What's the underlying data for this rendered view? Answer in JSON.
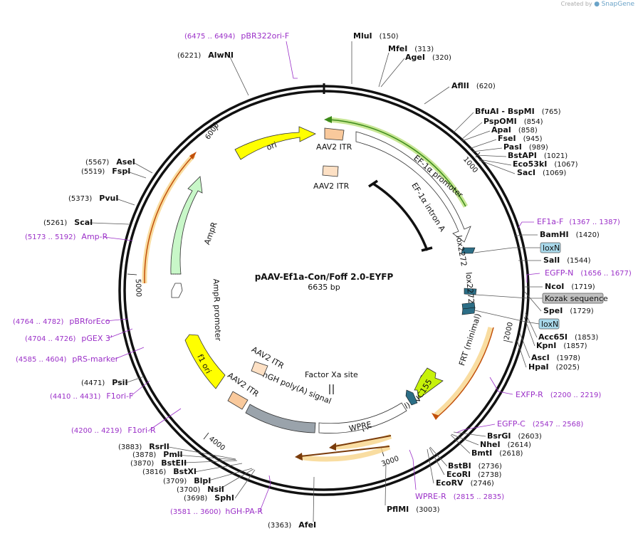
{
  "credit": {
    "prefix": "Created by",
    "brand": "SnapGene"
  },
  "plasmid": {
    "name": "pAAV-Ef1a-Con/Foff 2.0-EYFP",
    "size": "6635 bp"
  },
  "ticks": [
    "1000",
    "2000",
    "3000",
    "4000",
    "5000",
    "6000"
  ],
  "features": [
    {
      "label": "AAV2 ITR",
      "color": "#f9c99c"
    },
    {
      "label": "AAV2 ITR",
      "color": "#fde0c4"
    },
    {
      "label": "EF-1α promoter",
      "color": "#ffffff"
    },
    {
      "label": "EF-1α intron A",
      "color": "#111111"
    },
    {
      "label": "lox2272",
      "color": "#2c6e86"
    },
    {
      "label": "lox2272",
      "color": "#2c6e86"
    },
    {
      "label": "FRT (minimal)",
      "color": "#ffffff"
    },
    {
      "label": "FRT (minimal)",
      "color": "#ffffff"
    },
    {
      "label": "VC155",
      "color": "#c6f20a"
    },
    {
      "label": "WPRE",
      "color": "#ffffff"
    },
    {
      "label": "hGH poly(A) signal",
      "color": "#9aa3ab"
    },
    {
      "label": "Factor Xa site",
      "color": "#111111"
    },
    {
      "label": "AAV2 ITR",
      "color": "#fde0c4"
    },
    {
      "label": "AAV2 ITR",
      "color": "#f9c99c"
    },
    {
      "label": "f1 ori",
      "color": "#ffff00"
    },
    {
      "label": "AmpR promoter",
      "color": "#ffffff"
    },
    {
      "label": "AmpR",
      "color": "#c8f7c8"
    },
    {
      "label": "ori",
      "color": "#ffff00"
    }
  ],
  "tags": [
    {
      "label": "loxN",
      "color": "#a8d8ea"
    },
    {
      "label": "Kozak sequence",
      "color": "#c0c0c0"
    },
    {
      "label": "loxN",
      "color": "#a8d8ea"
    }
  ],
  "sites": [
    {
      "name": "MluI",
      "pos": "(150)"
    },
    {
      "name": "MfeI",
      "pos": "(313)"
    },
    {
      "name": "AgeI",
      "pos": "(320)"
    },
    {
      "name": "AflII",
      "pos": "(620)"
    },
    {
      "name": "BfuAI  -  BspMI",
      "pos": "(765)"
    },
    {
      "name": "PspOMI",
      "pos": "(854)"
    },
    {
      "name": "ApaI",
      "pos": "(858)"
    },
    {
      "name": "FseI",
      "pos": "(945)"
    },
    {
      "name": "PasI",
      "pos": "(989)"
    },
    {
      "name": "BstAPI",
      "pos": "(1021)"
    },
    {
      "name": "Eco53kI",
      "pos": "(1067)"
    },
    {
      "name": "SacI",
      "pos": "(1069)"
    },
    {
      "name": "BamHI",
      "pos": "(1420)"
    },
    {
      "name": "SalI",
      "pos": "(1544)"
    },
    {
      "name": "NcoI",
      "pos": "(1719)"
    },
    {
      "name": "SpeI",
      "pos": "(1729)"
    },
    {
      "name": "Acc65I",
      "pos": "(1853)"
    },
    {
      "name": "KpnI",
      "pos": "(1857)"
    },
    {
      "name": "AscI",
      "pos": "(1978)"
    },
    {
      "name": "HpaI",
      "pos": "(2025)"
    },
    {
      "name": "BsrGI",
      "pos": "(2603)"
    },
    {
      "name": "NheI",
      "pos": "(2614)"
    },
    {
      "name": "BmtI",
      "pos": "(2618)"
    },
    {
      "name": "BstBI",
      "pos": "(2736)"
    },
    {
      "name": "EcoRI",
      "pos": "(2738)"
    },
    {
      "name": "EcoRV",
      "pos": "(2746)"
    },
    {
      "name": "PflMI",
      "pos": "(3003)"
    },
    {
      "name": "AfeI",
      "pos": "(3363)"
    },
    {
      "name": "SphI",
      "pos": "(3698)"
    },
    {
      "name": "NsiI",
      "pos": "(3700)"
    },
    {
      "name": "BlpI",
      "pos": "(3709)"
    },
    {
      "name": "BstXI",
      "pos": "(3816)"
    },
    {
      "name": "BstEII",
      "pos": "(3870)"
    },
    {
      "name": "PmlI",
      "pos": "(3878)"
    },
    {
      "name": "RsrII",
      "pos": "(3883)"
    },
    {
      "name": "PsiI",
      "pos": "(4471)"
    },
    {
      "name": "ScaI",
      "pos": "(5261)"
    },
    {
      "name": "PvuI",
      "pos": "(5373)"
    },
    {
      "name": "FspI",
      "pos": "(5519)"
    },
    {
      "name": "AseI",
      "pos": "(5567)"
    },
    {
      "name": "AlwNI",
      "pos": "(6221)"
    }
  ],
  "primers": [
    {
      "name": "pBR322ori-F",
      "range": "(6475 .. 6494)"
    },
    {
      "name": "EF1a-F",
      "range": "(1367 .. 1387)"
    },
    {
      "name": "EGFP-N",
      "range": "(1656 .. 1677)"
    },
    {
      "name": "EXFP-R",
      "range": "(2200 .. 2219)"
    },
    {
      "name": "EGFP-C",
      "range": "(2547 .. 2568)"
    },
    {
      "name": "WPRE-R",
      "range": "(2815 .. 2835)"
    },
    {
      "name": "hGH-PA-R",
      "range": "(3581 .. 3600)"
    },
    {
      "name": "F1ori-R",
      "range": "(4200 .. 4219)"
    },
    {
      "name": "F1ori-F",
      "range": "(4410 .. 4431)"
    },
    {
      "name": "pRS-marker",
      "range": "(4585 .. 4604)"
    },
    {
      "name": "pGEX 3'",
      "range": "(4704 .. 4726)"
    },
    {
      "name": "pBRforEco",
      "range": "(4764 .. 4782)"
    },
    {
      "name": "Amp-R",
      "range": "(5173 .. 5192)"
    }
  ]
}
